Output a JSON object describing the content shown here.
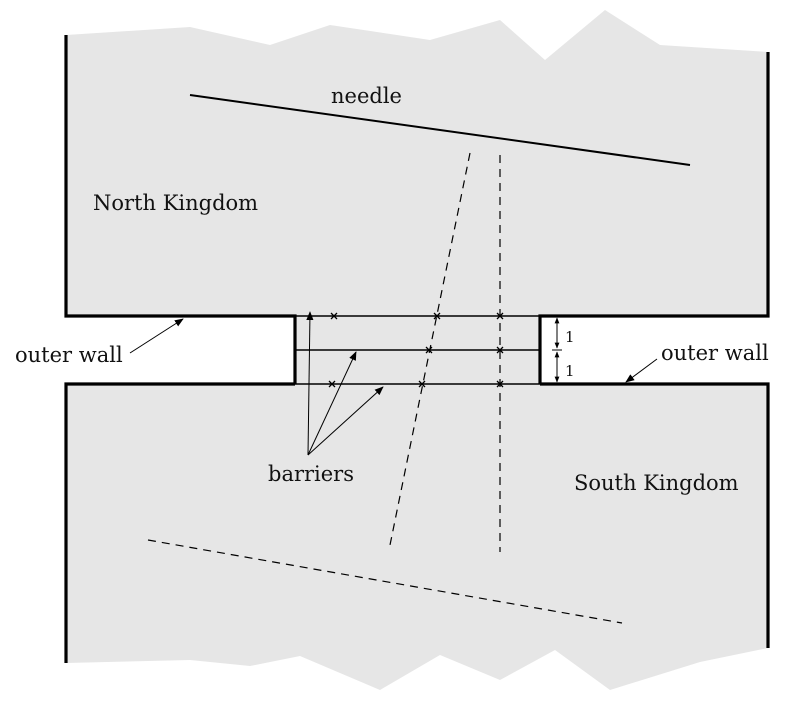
{
  "labels": {
    "needle": "needle",
    "north": "North Kingdom",
    "south": "South Kingdom",
    "outer_wall_left": "outer wall",
    "outer_wall_right": "outer wall",
    "barriers": "barriers",
    "gap_top": "1",
    "gap_bottom": "1"
  },
  "colors": {
    "region_fill": "#e6e6e6",
    "stroke": "#000000",
    "text": "#111111"
  }
}
